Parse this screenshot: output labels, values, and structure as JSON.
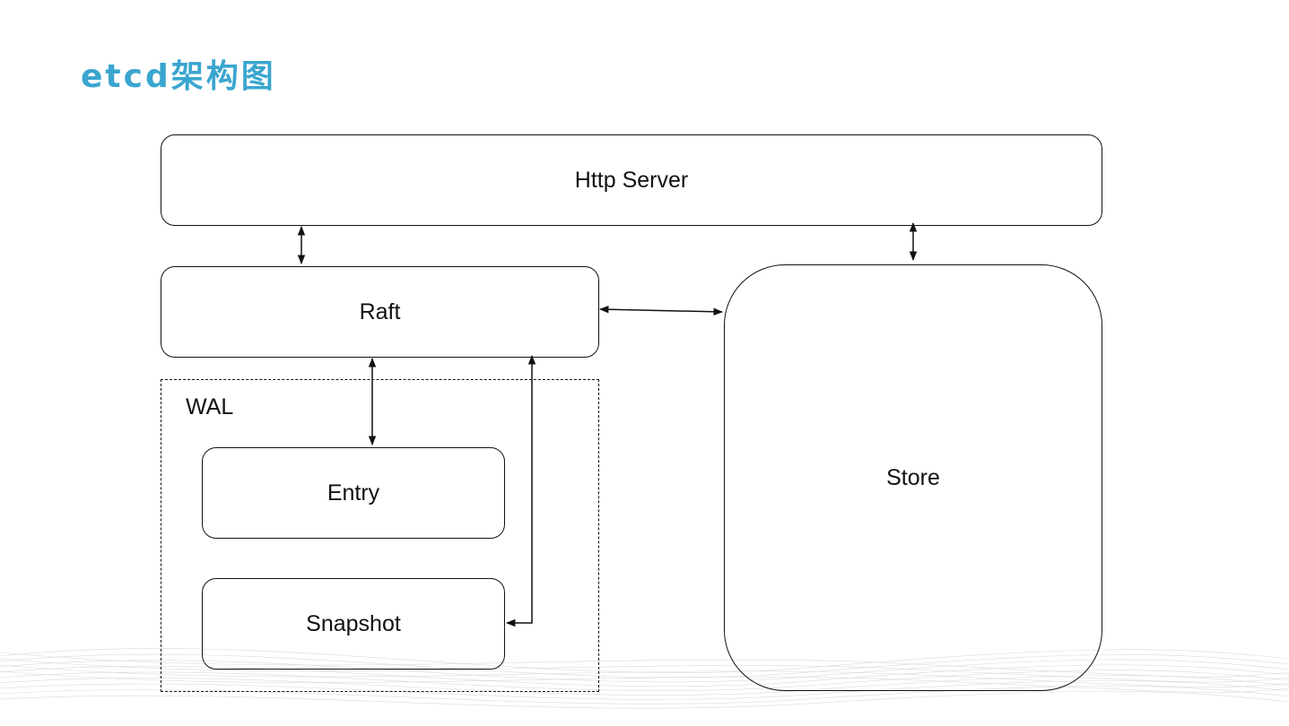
{
  "title": "etcd架构图",
  "components": {
    "http_server": "Http Server",
    "raft": "Raft",
    "store": "Store",
    "wal": "WAL",
    "entry": "Entry",
    "snapshot": "Snapshot"
  },
  "colors": {
    "title": "#3aa6cf",
    "stroke": "#111111"
  }
}
